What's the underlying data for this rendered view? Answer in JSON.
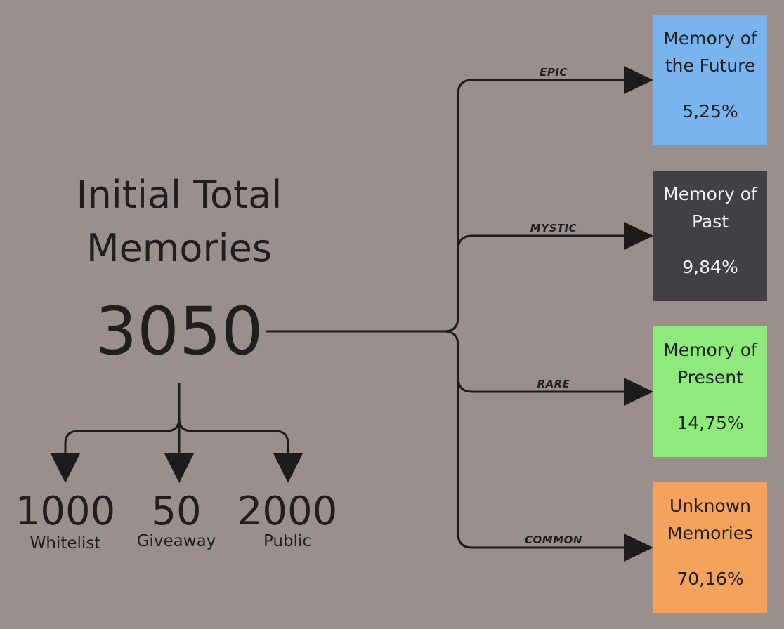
{
  "initial": {
    "title_line1": "Initial Total",
    "title_line2": "Memories",
    "total": "3050"
  },
  "allocations": [
    {
      "value": "1000",
      "label": "Whitelist"
    },
    {
      "value": "50",
      "label": "Giveaway"
    },
    {
      "value": "2000",
      "label": "Public"
    }
  ],
  "tiers": [
    {
      "rarity": "EPIC",
      "name": "Memory of the Future",
      "percent": "5,25%",
      "color": "#7ab4ef",
      "text_color": "#1f1f1f"
    },
    {
      "rarity": "MYSTIC",
      "name": "Memory of Past",
      "percent": "9,84%",
      "color": "#414046",
      "text_color": "#f2f2f2"
    },
    {
      "rarity": "RARE",
      "name": "Memory of Present",
      "percent": "14,75%",
      "color": "#8eea7b",
      "text_color": "#1f1f1f"
    },
    {
      "rarity": "COMMON",
      "name": "Unknown Memories",
      "percent": "70,16%",
      "color": "#f5a25d",
      "text_color": "#1f1f1f"
    }
  ]
}
